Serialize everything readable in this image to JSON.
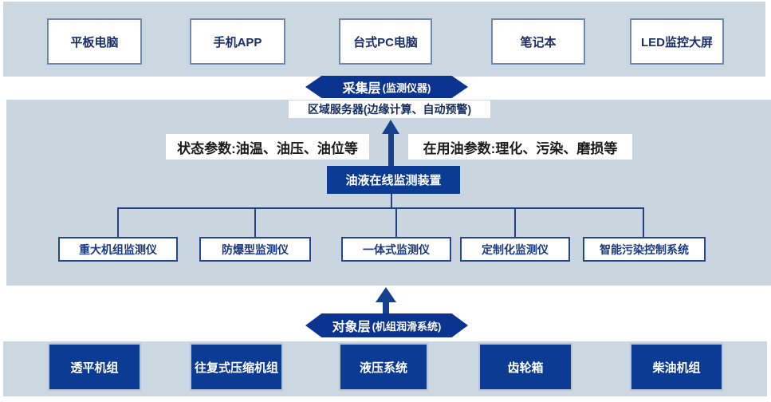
{
  "colors": {
    "band": "#ccd8e1",
    "band_mid": "#c9d6df",
    "dark_blue": "#0c3b94",
    "pill_blue": "#0a3490",
    "line_navy": "#1d4289",
    "white_box_border": "#7189ac",
    "monitor_box_border": "#24458f"
  },
  "top_devices": [
    {
      "label": "平板电脑"
    },
    {
      "label": "手机APP"
    },
    {
      "label": "台式PC电脑"
    },
    {
      "label": "笔记本"
    },
    {
      "label": "LED监控大屏"
    }
  ],
  "collection_pill": {
    "title": "采集层",
    "subtitle": "(监测仪器)"
  },
  "server_box": {
    "label": "区域服务器(边缘计算、自动预警)"
  },
  "param_labels": {
    "left": "状态参数:油温、油压、油位等",
    "right": "在用油参数:理化、污染、磨损等"
  },
  "monitor_device": {
    "label": "油液在线监测装置"
  },
  "monitors": [
    {
      "label": "重大机组监测仪"
    },
    {
      "label": "防爆型监测仪"
    },
    {
      "label": "一体式监测仪"
    },
    {
      "label": "定制化监测仪"
    },
    {
      "label": "智能污染控制系统"
    }
  ],
  "object_pill": {
    "title": "对象层",
    "subtitle": "(机组润滑系统)"
  },
  "equipment": [
    {
      "label": "透平机组"
    },
    {
      "label": "往复式压缩机组"
    },
    {
      "label": "液压系统"
    },
    {
      "label": "齿轮箱"
    },
    {
      "label": "柴油机组"
    }
  ]
}
